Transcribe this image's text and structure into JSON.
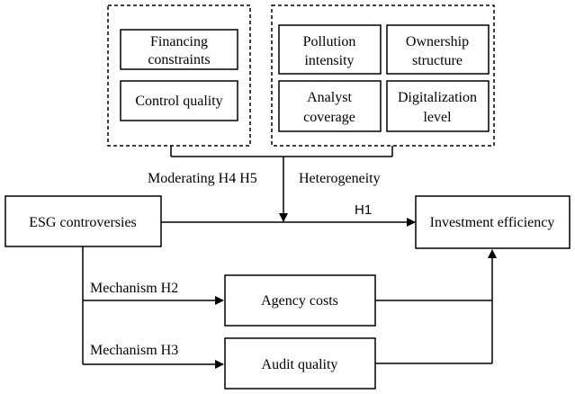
{
  "moderators": {
    "financing_line1": "Financing",
    "financing_line2": "constraints",
    "control_quality": "Control quality"
  },
  "heterogeneity_factors": {
    "pollution_line1": "Pollution",
    "pollution_line2": "intensity",
    "ownership_line1": "Ownership",
    "ownership_line2": "structure",
    "analyst_line1": "Analyst",
    "analyst_line2": "coverage",
    "digital_line1": "Digitalization",
    "digital_line2": "level"
  },
  "labels": {
    "moderating": "Moderating H4 H5",
    "heterogeneity": "Heterogeneity",
    "h1": "H1",
    "mechanism_h2": "Mechanism H2",
    "mechanism_h3": "Mechanism H3"
  },
  "nodes": {
    "esg": "ESG controversies",
    "investment": "Investment efficiency",
    "agency": "Agency costs",
    "audit": "Audit quality"
  }
}
